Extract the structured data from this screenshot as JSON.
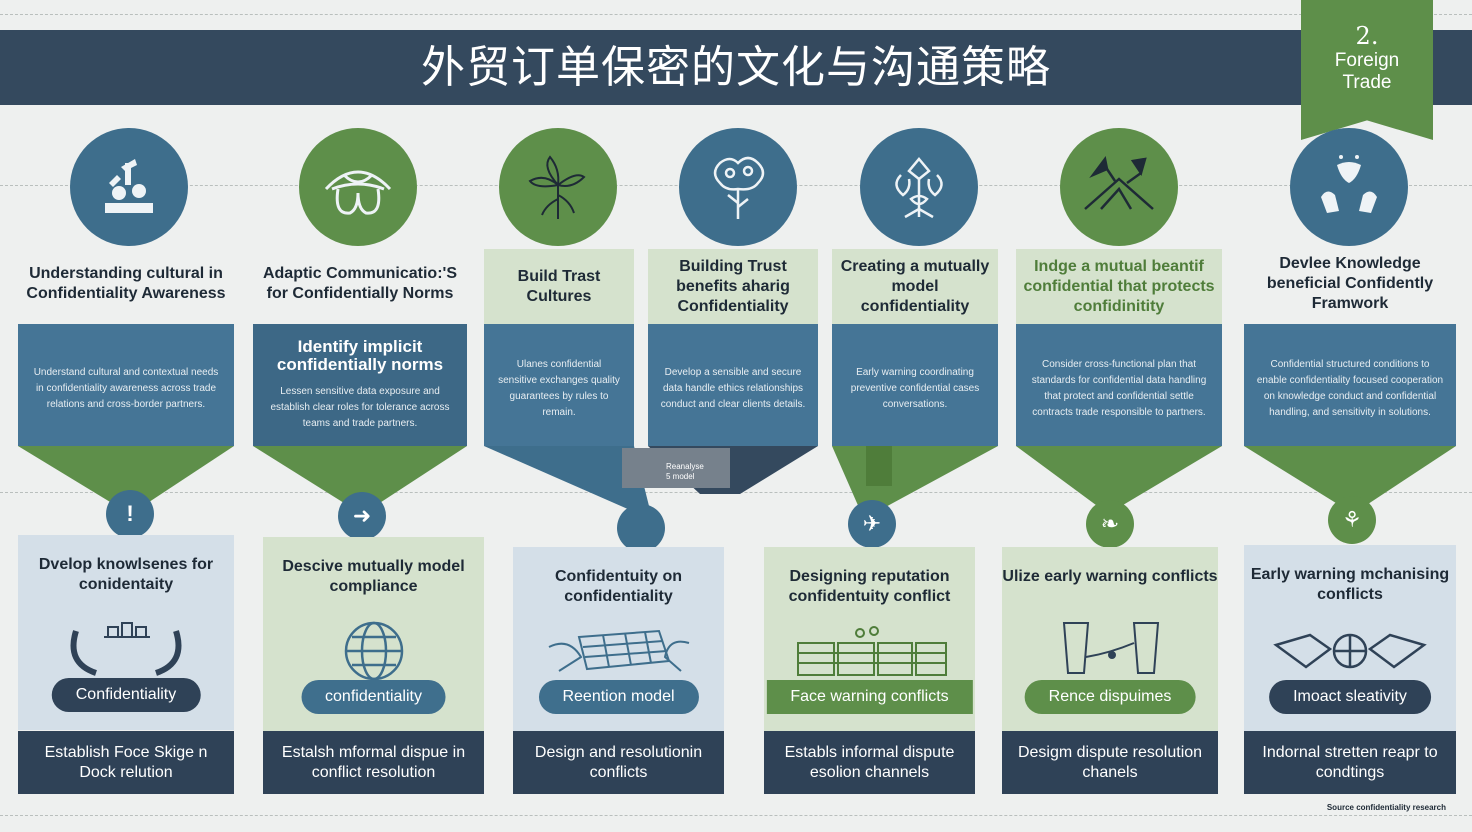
{
  "header": {
    "title": "外贸订单保密的文化与沟通策略",
    "badge": {
      "number": "2.",
      "line1": "Foreign",
      "line2": "Trade"
    }
  },
  "colors": {
    "navy": "#34495e",
    "blue": "#3e6e8c",
    "green": "#5e8f4a",
    "light_green": "#d5e2cd",
    "light_blue": "#d4dfe8"
  },
  "top_row": [
    {
      "icon": "chess-figures-icon",
      "heading": "Understanding cultural in Confidentiality Awareness",
      "subheading": "",
      "desc": "Understand cultural and contextual needs in confidentiality awareness across trade relations and cross-border partners."
    },
    {
      "icon": "mustache-face-icon",
      "heading": "Adaptic Communicatio:'S for Confidentially Norms",
      "subheading": "Identify implicit confidentially norms",
      "desc": "Lessen sensitive data exposure and establish clear roles for tolerance across teams and trade partners."
    },
    {
      "icon": "flower-branch-icon",
      "heading": "Build Trast Cultures",
      "subheading": "",
      "desc": "Ulanes confidential sensitive exchanges quality guarantees by rules to remain."
    },
    {
      "icon": "tree-brain-icon",
      "heading": "Building Trust benefits aharig Confidentiality",
      "subheading": "",
      "desc": "Develop a sensible and secure data handle ethics relationships conduct and clear clients details."
    },
    {
      "icon": "bouquet-icon",
      "heading": "Creating a mutually model confidentiality",
      "subheading": "",
      "desc": "Early warning coordinating preventive confidential cases conversations."
    },
    {
      "icon": "mountain-tools-icon",
      "heading": "Indge a mutual beantif confidential that protects confidinitity",
      "subheading": "",
      "desc": "Consider cross-functional plan that standards for confidential data handling that protect and confidential settle contracts trade responsible to partners."
    },
    {
      "icon": "hands-shield-icon",
      "heading": "Devlee Knowledge beneficial Confidently Framwork",
      "subheading": "",
      "desc": "Confidential structured conditions to enable confidentiality focused cooperation on knowledge conduct and confidential handling, and sensitivity in solutions."
    }
  ],
  "callout": {
    "line1": "Reanalyse",
    "line2": "5 model"
  },
  "nodes": [
    {
      "icon": "exclamation-icon",
      "glyph": "!"
    },
    {
      "icon": "arrow-icon",
      "glyph": "➜"
    },
    {
      "icon": "dot-icon",
      "glyph": ""
    },
    {
      "icon": "bird-icon",
      "glyph": "✈"
    },
    {
      "icon": "fish-icon",
      "glyph": "❧"
    },
    {
      "icon": "person-icon",
      "glyph": "⚘"
    }
  ],
  "bottom_row": [
    {
      "title": "Dvelop knowlsenes for conidentaity",
      "illo": "hands-circuit-icon",
      "pill": "Confidentiality",
      "footer": "Establish Foce Skige n Dock relution"
    },
    {
      "title": "Descive mutually model compliance",
      "illo": "globe-icon",
      "pill": "confidentiality",
      "footer": "Estalsh mformal dispue in conflict resolution"
    },
    {
      "title": "Confidentuity on confidentiality",
      "illo": "hands-keyboard-icon",
      "pill": "Reention model",
      "footer": "Design and resolutionin conflicts"
    },
    {
      "title": "Designing reputation confidentuity conflict",
      "illo": "money-stack-icon",
      "pill": "Face warning conflicts",
      "footer": "Establs informal dispute esolion channels"
    },
    {
      "title": "Ulize early warning conflicts",
      "illo": "warning-posts-icon",
      "pill": "Rence dispuimes",
      "footer": "Desigm dispute resolution chanels"
    },
    {
      "title": "Early warning mchanising conflicts",
      "illo": "handshake-icon",
      "pill": "Imoact sleativity",
      "footer": "Indornal stretten reapr to condtings"
    }
  ],
  "source": "Source confidentiality research"
}
